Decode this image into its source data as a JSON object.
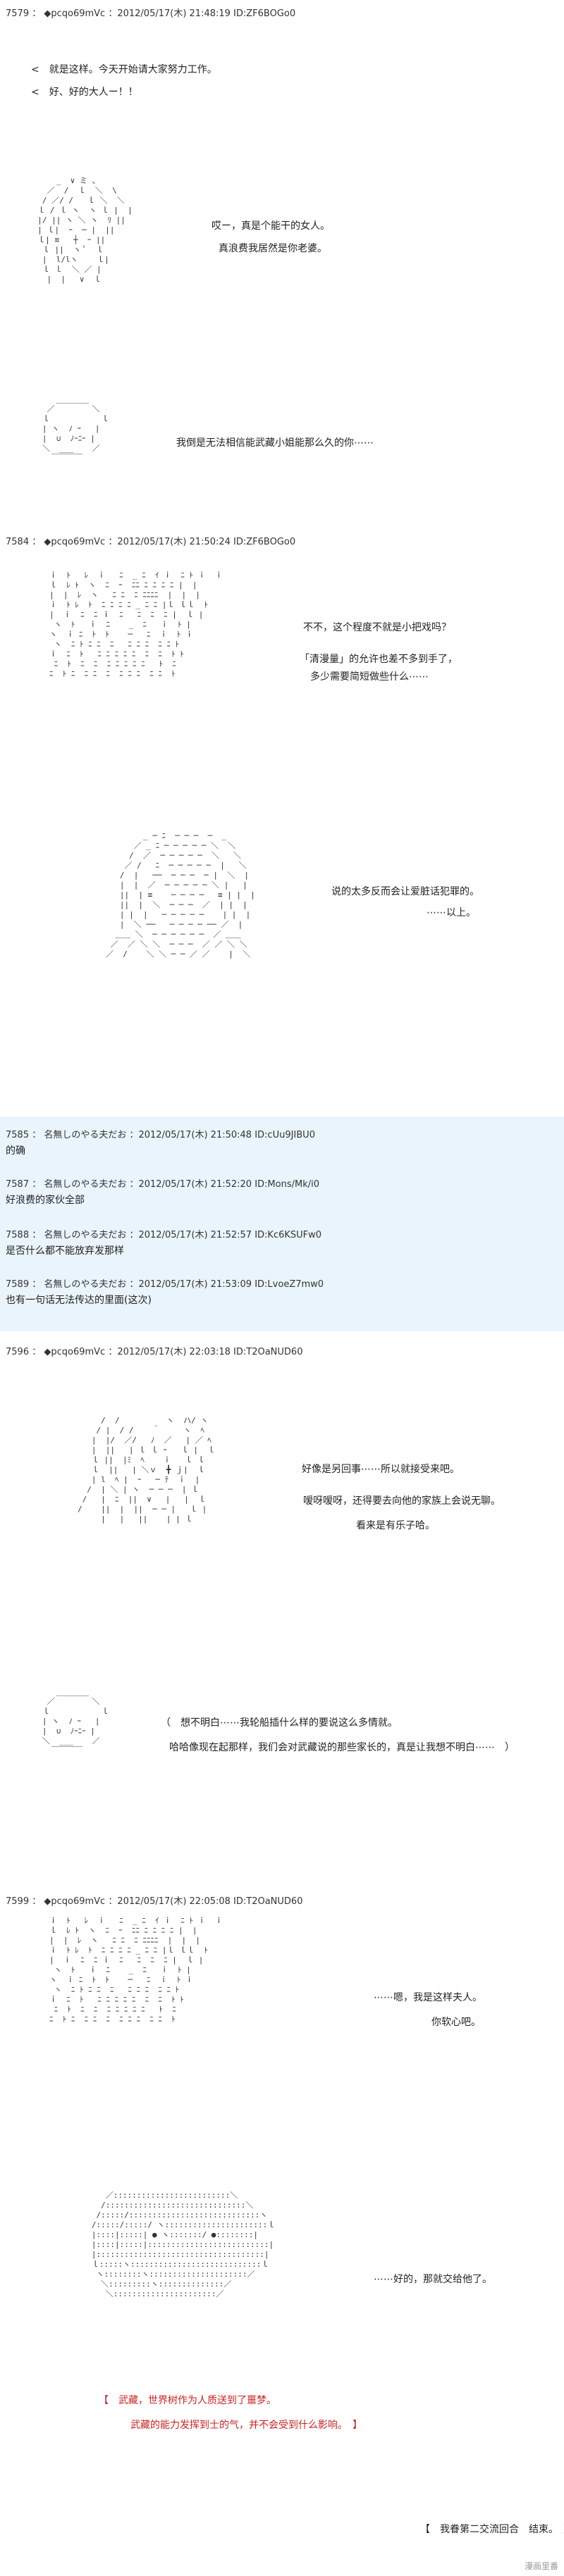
{
  "posts": [
    {
      "header": "7579 ： ◆pcqo69mVc ：2012/05/17(木) 21:48:19 ID:ZF6BOGo0",
      "lines": [
        "<　就是这样。今天开始请大家努力工作。",
        "<　好、好的大人ー！！"
      ],
      "dialog": [
        "哎ー，真是个能干的女人。",
        "真浪费我居然是你老婆。"
      ],
      "dialog2": [
        "我倒是无法相信能武藏小姐能那么久的你⋯⋯"
      ]
    },
    {
      "header": "7584 ： ◆pcqo69mVc ：2012/05/17(木) 21:50:24 ID:ZF6BOGo0",
      "dialog": [
        "不不，这个程度不就是小把戏吗？",
        "「清漫量」的允许也差不多到手了，",
        "多少需要简短做些什么⋯⋯"
      ],
      "dialog2": [
        "说的太多反而会让爱脏话犯罪的。",
        "⋯⋯以上。"
      ]
    },
    {
      "header": "7596 ： ◆pcqo69mVc ：2012/05/17(木) 22:03:18 ID:T2OaNUD60",
      "dialog": [
        "好像是另回事⋯⋯所以就接受来吧。",
        "嗳呀嗳呀，还得要去向他的家族上会说无聊。",
        "看来是有乐子哈。"
      ],
      "dialog2": [
        "（　想不明白⋯⋯我轮船插什么样的要说这么多情就。",
        "哈哈像现在起那样，我们会对武藏说的那些家长的，真是让我想不明白⋯⋯　）"
      ]
    },
    {
      "header": "7599 ： ◆pcqo69mVc ：2012/05/17(木) 22:05:08 ID:T2OaNUD60",
      "dialog": [
        "⋯⋯嗯，我是这样夫人。",
        "你软心吧。"
      ],
      "dialog2": [
        "⋯⋯好的，那就交给他了。"
      ],
      "red": [
        "【　武藏，世界树作为人质送到了噩梦。",
        "武藏的能力发挥到士的气，并不会受到什么影响。　】"
      ],
      "ending": "【　我眷第二交流回合　结束。　】"
    }
  ],
  "replies": [
    {
      "header": "7585 ： 名無しのやる夫だお ：2012/05/17(木) 21:50:48 ID:cUu9JIBU0",
      "body": "的确"
    },
    {
      "header": "7587 ： 名無しのやる夫だお ：2012/05/17(木) 21:52:20 ID:Mons/Mk/i0",
      "body": "好浪费的家伙全部"
    },
    {
      "header": "7588 ： 名無しのやる夫だお ：2012/05/17(木) 21:52:57 ID:Kc6KSUFw0",
      "body": "是否什么都不能放弃发那样"
    },
    {
      "header": "7589 ： 名無しのやる夫だお ：2012/05/17(木) 21:53:09 ID:LvoeZ7mw0",
      "body": "也有一句话无法传达的里面(这次)"
    }
  ],
  "watermark": "漫画里番"
}
